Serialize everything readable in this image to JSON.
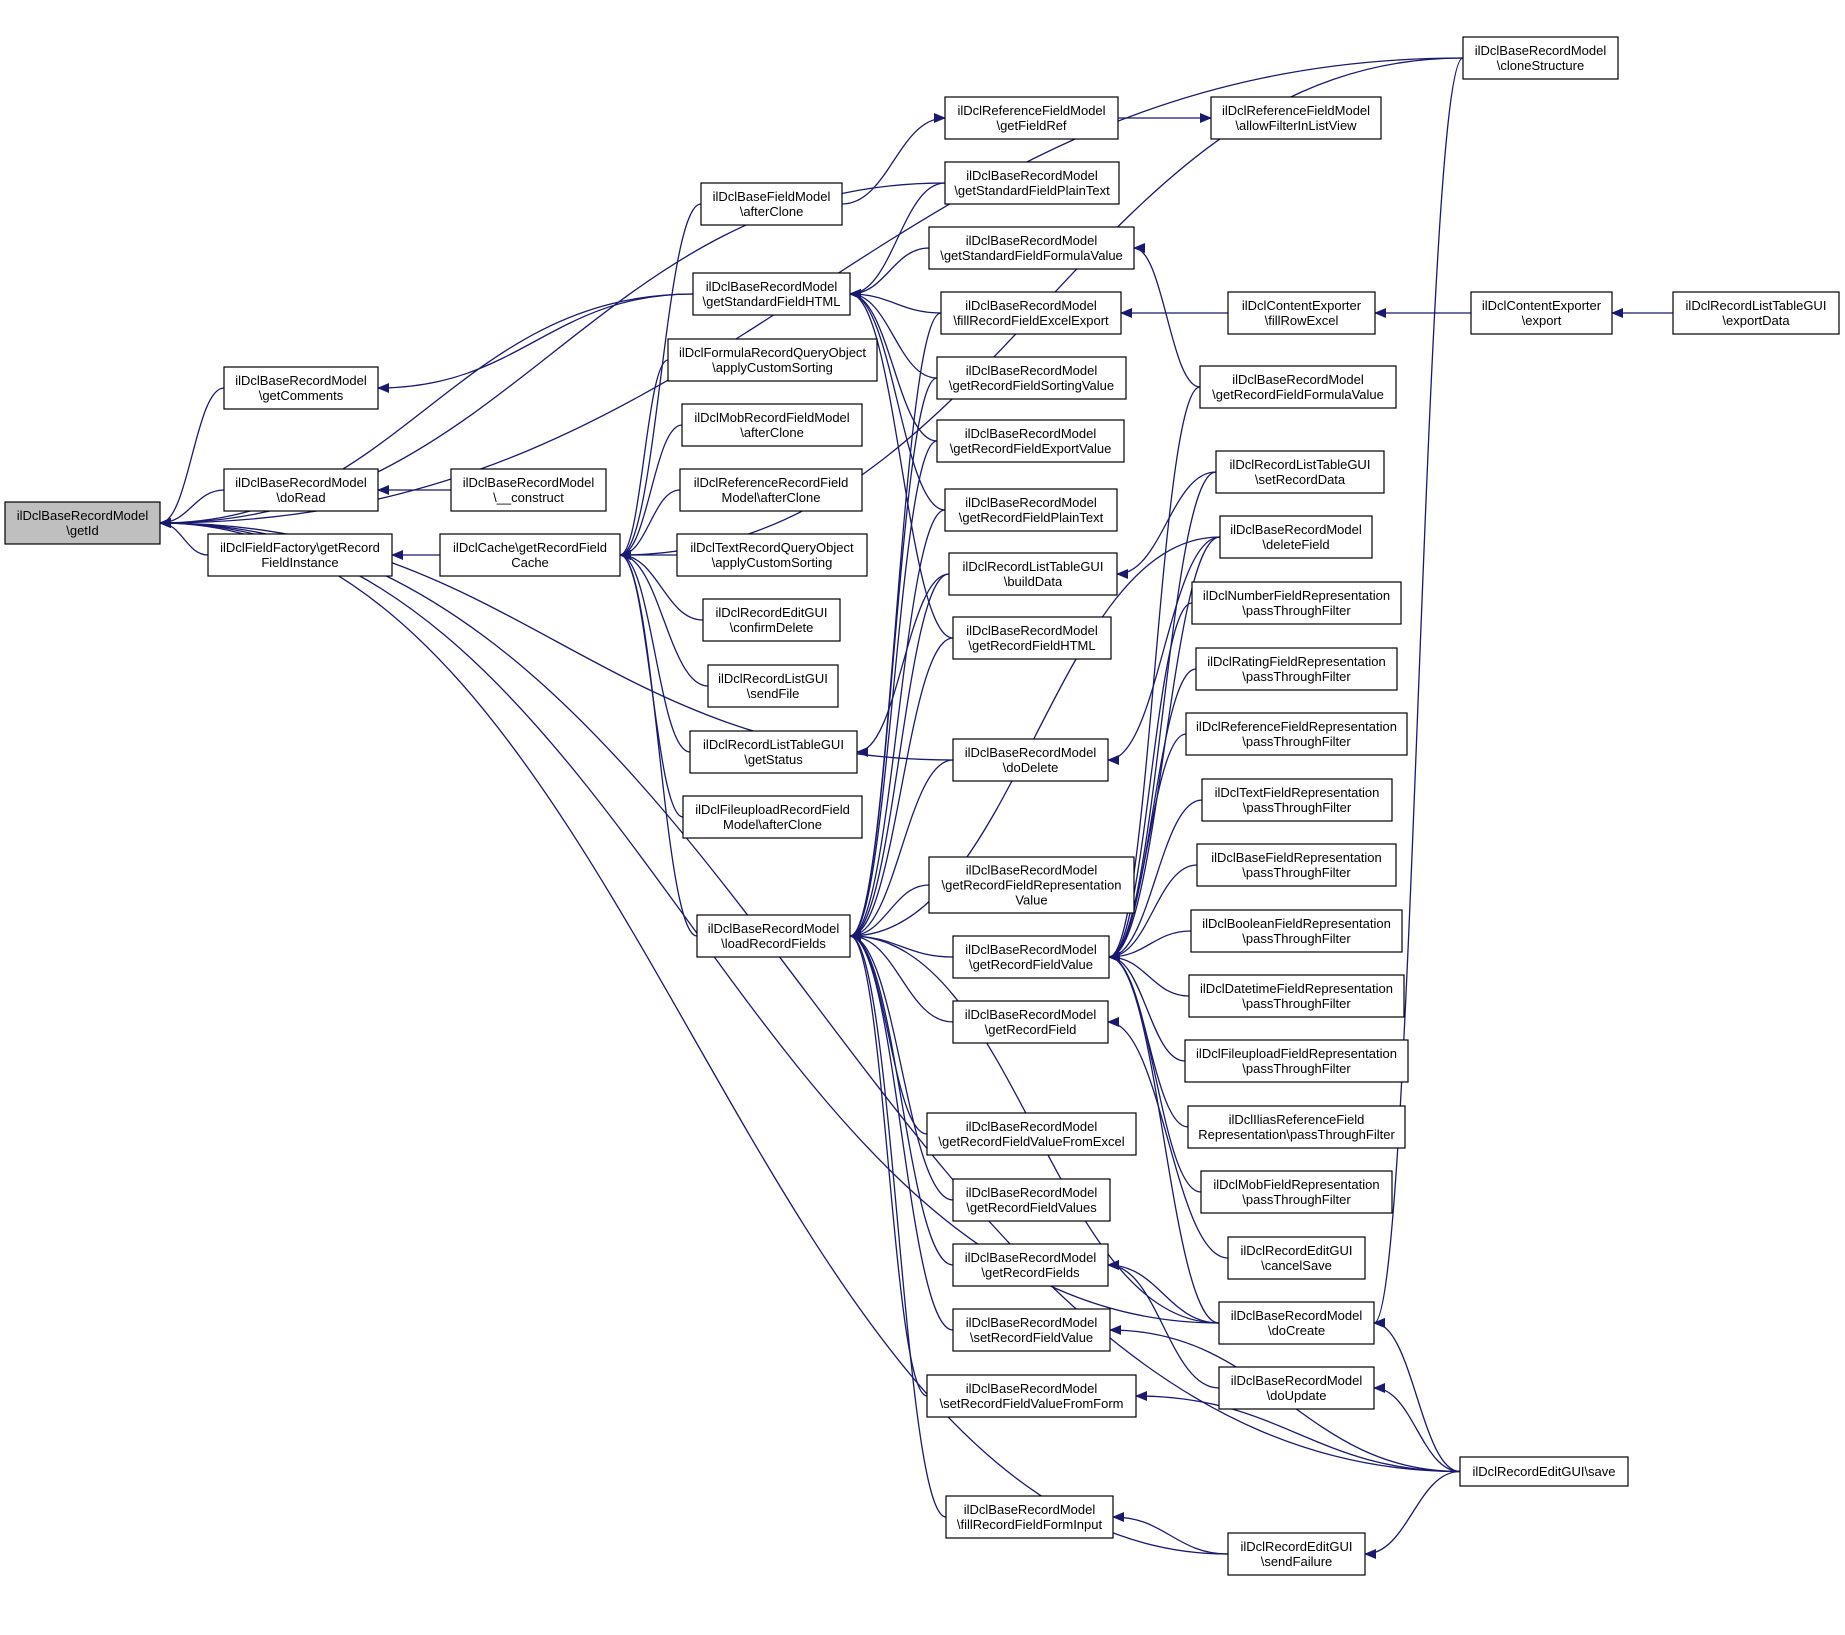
{
  "colors": {
    "edge": "#191970",
    "root_fill": "#bfbfbf",
    "node_fill": "#ffffff",
    "node_border": "#000000"
  },
  "nodes": [
    {
      "id": "getId",
      "lines": [
        "ilDclBaseRecordModel",
        "\\getId"
      ],
      "root": true
    },
    {
      "id": "cloneStructure",
      "lines": [
        "ilDclBaseRecordModel",
        "\\cloneStructure"
      ]
    },
    {
      "id": "getFieldRef",
      "lines": [
        "ilDclReferenceFieldModel",
        "\\getFieldRef"
      ]
    },
    {
      "id": "allowFilterInListView",
      "lines": [
        "ilDclReferenceFieldModel",
        "\\allowFilterInListView"
      ]
    },
    {
      "id": "getStandardFieldPlainText",
      "lines": [
        "ilDclBaseRecordModel",
        "\\getStandardFieldPlainText"
      ]
    },
    {
      "id": "baseFieldAfterClone",
      "lines": [
        "ilDclBaseFieldModel",
        "\\afterClone"
      ]
    },
    {
      "id": "getStandardFieldFormulaValue",
      "lines": [
        "ilDclBaseRecordModel",
        "\\getStandardFieldFormulaValue"
      ]
    },
    {
      "id": "getStandardFieldHTML",
      "lines": [
        "ilDclBaseRecordModel",
        "\\getStandardFieldHTML"
      ]
    },
    {
      "id": "fillRecordFieldExcelExport",
      "lines": [
        "ilDclBaseRecordModel",
        "\\fillRecordFieldExcelExport"
      ]
    },
    {
      "id": "fillRowExcel",
      "lines": [
        "ilDclContentExporter",
        "\\fillRowExcel"
      ]
    },
    {
      "id": "export",
      "lines": [
        "ilDclContentExporter",
        "\\export"
      ]
    },
    {
      "id": "exportData",
      "lines": [
        "ilDclRecordListTableGUI",
        "\\exportData"
      ]
    },
    {
      "id": "getComments",
      "lines": [
        "ilDclBaseRecordModel",
        "\\getComments"
      ]
    },
    {
      "id": "formulaApplyCustomSorting",
      "lines": [
        "ilDclFormulaRecordQueryObject",
        "\\applyCustomSorting"
      ]
    },
    {
      "id": "getRecordFieldSortingValue",
      "lines": [
        "ilDclBaseRecordModel",
        "\\getRecordFieldSortingValue"
      ]
    },
    {
      "id": "getRecordFieldFormulaValue",
      "lines": [
        "ilDclBaseRecordModel",
        "\\getRecordFieldFormulaValue"
      ]
    },
    {
      "id": "mobAfterClone",
      "lines": [
        "ilDclMobRecordFieldModel",
        "\\afterClone"
      ]
    },
    {
      "id": "getRecordFieldExportValue",
      "lines": [
        "ilDclBaseRecordModel",
        "\\getRecordFieldExportValue"
      ]
    },
    {
      "id": "setRecordData",
      "lines": [
        "ilDclRecordListTableGUI",
        "\\setRecordData"
      ]
    },
    {
      "id": "doRead",
      "lines": [
        "ilDclBaseRecordModel",
        "\\doRead"
      ]
    },
    {
      "id": "construct",
      "lines": [
        "ilDclBaseRecordModel",
        "\\__construct"
      ]
    },
    {
      "id": "referenceAfterClone",
      "lines": [
        "ilDclReferenceRecordField",
        "Model\\afterClone"
      ]
    },
    {
      "id": "getRecordFieldPlainText",
      "lines": [
        "ilDclBaseRecordModel",
        "\\getRecordFieldPlainText"
      ]
    },
    {
      "id": "deleteField",
      "lines": [
        "ilDclBaseRecordModel",
        "\\deleteField"
      ]
    },
    {
      "id": "getRecordFieldInstance",
      "lines": [
        "ilDclFieldFactory\\getRecord",
        "FieldInstance"
      ]
    },
    {
      "id": "getRecordFieldCache",
      "lines": [
        "ilDclCache\\getRecordField",
        "Cache"
      ]
    },
    {
      "id": "textApplyCustomSorting",
      "lines": [
        "ilDclTextRecordQueryObject",
        "\\applyCustomSorting"
      ]
    },
    {
      "id": "buildData",
      "lines": [
        "ilDclRecordListTableGUI",
        "\\buildData"
      ]
    },
    {
      "id": "numberPassThrough",
      "lines": [
        "ilDclNumberFieldRepresentation",
        "\\passThroughFilter"
      ]
    },
    {
      "id": "confirmDelete",
      "lines": [
        "ilDclRecordEditGUI",
        "\\confirmDelete"
      ]
    },
    {
      "id": "getRecordFieldHTML",
      "lines": [
        "ilDclBaseRecordModel",
        "\\getRecordFieldHTML"
      ]
    },
    {
      "id": "ratingPassThrough",
      "lines": [
        "ilDclRatingFieldRepresentation",
        "\\passThroughFilter"
      ]
    },
    {
      "id": "sendFile",
      "lines": [
        "ilDclRecordListGUI",
        "\\sendFile"
      ]
    },
    {
      "id": "referencePassThrough",
      "lines": [
        "ilDclReferenceFieldRepresentation",
        "\\passThroughFilter"
      ]
    },
    {
      "id": "getStatus",
      "lines": [
        "ilDclRecordListTableGUI",
        "\\getStatus"
      ]
    },
    {
      "id": "doDelete",
      "lines": [
        "ilDclBaseRecordModel",
        "\\doDelete"
      ]
    },
    {
      "id": "textPassThrough",
      "lines": [
        "ilDclTextFieldRepresentation",
        "\\passThroughFilter"
      ]
    },
    {
      "id": "fileuploadAfterClone",
      "lines": [
        "ilDclFileuploadRecordField",
        "Model\\afterClone"
      ]
    },
    {
      "id": "basePassThrough",
      "lines": [
        "ilDclBaseFieldRepresentation",
        "\\passThroughFilter"
      ]
    },
    {
      "id": "getRecordFieldRepresentationValue",
      "lines": [
        "ilDclBaseRecordModel",
        "\\getRecordFieldRepresentation",
        "Value"
      ]
    },
    {
      "id": "loadRecordFields",
      "lines": [
        "ilDclBaseRecordModel",
        "\\loadRecordFields"
      ]
    },
    {
      "id": "getRecordFieldValue",
      "lines": [
        "ilDclBaseRecordModel",
        "\\getRecordFieldValue"
      ]
    },
    {
      "id": "booleanPassThrough",
      "lines": [
        "ilDclBooleanFieldRepresentation",
        "\\passThroughFilter"
      ]
    },
    {
      "id": "datetimePassThrough",
      "lines": [
        "ilDclDatetimeFieldRepresentation",
        "\\passThroughFilter"
      ]
    },
    {
      "id": "getRecordField",
      "lines": [
        "ilDclBaseRecordModel",
        "\\getRecordField"
      ]
    },
    {
      "id": "fileuploadPassThrough",
      "lines": [
        "ilDclFileuploadFieldRepresentation",
        "\\passThroughFilter"
      ]
    },
    {
      "id": "iliasRefPassThrough",
      "lines": [
        "ilDclIliasReferenceField",
        "Representation\\passThroughFilter"
      ]
    },
    {
      "id": "getRecordFieldValueFromExcel",
      "lines": [
        "ilDclBaseRecordModel",
        "\\getRecordFieldValueFromExcel"
      ]
    },
    {
      "id": "mobPassThrough",
      "lines": [
        "ilDclMobFieldRepresentation",
        "\\passThroughFilter"
      ]
    },
    {
      "id": "getRecordFieldValues",
      "lines": [
        "ilDclBaseRecordModel",
        "\\getRecordFieldValues"
      ]
    },
    {
      "id": "cancelSave",
      "lines": [
        "ilDclRecordEditGUI",
        "\\cancelSave"
      ]
    },
    {
      "id": "getRecordFields",
      "lines": [
        "ilDclBaseRecordModel",
        "\\getRecordFields"
      ]
    },
    {
      "id": "doCreate",
      "lines": [
        "ilDclBaseRecordModel",
        "\\doCreate"
      ]
    },
    {
      "id": "setRecordFieldValue",
      "lines": [
        "ilDclBaseRecordModel",
        "\\setRecordFieldValue"
      ]
    },
    {
      "id": "doUpdate",
      "lines": [
        "ilDclBaseRecordModel",
        "\\doUpdate"
      ]
    },
    {
      "id": "setRecordFieldValueFromForm",
      "lines": [
        "ilDclBaseRecordModel",
        "\\setRecordFieldValueFromForm"
      ]
    },
    {
      "id": "save",
      "lines": [
        "ilDclRecordEditGUI\\save"
      ]
    },
    {
      "id": "fillRecordFieldFormInput",
      "lines": [
        "ilDclBaseRecordModel",
        "\\fillRecordFieldFormInput"
      ]
    },
    {
      "id": "sendFailure",
      "lines": [
        "ilDclRecordEditGUI",
        "\\sendFailure"
      ]
    }
  ],
  "edges": [
    [
      "getId",
      "cloneStructure"
    ],
    [
      "getId",
      "getStandardFieldPlainText"
    ],
    [
      "getId",
      "getStandardFieldHTML"
    ],
    [
      "getId",
      "getComments"
    ],
    [
      "getId",
      "doRead"
    ],
    [
      "getId",
      "getRecordFieldInstance"
    ],
    [
      "getId",
      "doDelete"
    ],
    [
      "getId",
      "doCreate"
    ],
    [
      "getId",
      "sendFailure"
    ],
    [
      "getId",
      "save"
    ],
    [
      "getFieldRef",
      "baseFieldAfterClone"
    ],
    [
      "allowFilterInListView",
      "getFieldRef"
    ],
    [
      "getStandardFieldHTML",
      "getStandardFieldPlainText"
    ],
    [
      "getStandardFieldHTML",
      "getStandardFieldFormulaValue"
    ],
    [
      "getStandardFieldHTML",
      "fillRecordFieldExcelExport"
    ],
    [
      "getStandardFieldHTML",
      "getRecordFieldSortingValue"
    ],
    [
      "getStandardFieldHTML",
      "getRecordFieldExportValue"
    ],
    [
      "getStandardFieldHTML",
      "getRecordFieldPlainText"
    ],
    [
      "getStandardFieldHTML",
      "getRecordFieldHTML"
    ],
    [
      "getStandardFieldFormulaValue",
      "getRecordFieldFormulaValue"
    ],
    [
      "fillRecordFieldExcelExport",
      "fillRowExcel"
    ],
    [
      "fillRowExcel",
      "export"
    ],
    [
      "export",
      "exportData"
    ],
    [
      "getComments",
      "getStandardFieldHTML"
    ],
    [
      "doRead",
      "construct"
    ],
    [
      "getRecordFieldInstance",
      "getRecordFieldCache"
    ],
    [
      "getRecordFieldCache",
      "cloneStructure"
    ],
    [
      "getRecordFieldCache",
      "baseFieldAfterClone"
    ],
    [
      "getRecordFieldCache",
      "formulaApplyCustomSorting"
    ],
    [
      "getRecordFieldCache",
      "mobAfterClone"
    ],
    [
      "getRecordFieldCache",
      "referenceAfterClone"
    ],
    [
      "getRecordFieldCache",
      "textApplyCustomSorting"
    ],
    [
      "getRecordFieldCache",
      "confirmDelete"
    ],
    [
      "getRecordFieldCache",
      "sendFile"
    ],
    [
      "getRecordFieldCache",
      "getStatus"
    ],
    [
      "getRecordFieldCache",
      "fileuploadAfterClone"
    ],
    [
      "getRecordFieldCache",
      "loadRecordFields"
    ],
    [
      "buildData",
      "setRecordData"
    ],
    [
      "getStatus",
      "buildData"
    ],
    [
      "doDelete",
      "deleteField"
    ],
    [
      "loadRecordFields",
      "fillRecordFieldExcelExport"
    ],
    [
      "loadRecordFields",
      "getRecordFieldSortingValue"
    ],
    [
      "loadRecordFields",
      "getRecordFieldExportValue"
    ],
    [
      "loadRecordFields",
      "getRecordFieldPlainText"
    ],
    [
      "loadRecordFields",
      "getRecordFieldHTML"
    ],
    [
      "loadRecordFields",
      "doDelete"
    ],
    [
      "loadRecordFields",
      "getRecordFieldRepresentationValue"
    ],
    [
      "loadRecordFields",
      "getRecordFieldValue"
    ],
    [
      "loadRecordFields",
      "getRecordField"
    ],
    [
      "loadRecordFields",
      "getRecordFieldValueFromExcel"
    ],
    [
      "loadRecordFields",
      "getRecordFieldValues"
    ],
    [
      "loadRecordFields",
      "getRecordFields"
    ],
    [
      "loadRecordFields",
      "setRecordFieldValue"
    ],
    [
      "loadRecordFields",
      "setRecordFieldValueFromForm"
    ],
    [
      "loadRecordFields",
      "fillRecordFieldFormInput"
    ],
    [
      "loadRecordFields",
      "doCreate"
    ],
    [
      "loadRecordFields",
      "deleteField"
    ],
    [
      "loadRecordFields",
      "buildData"
    ],
    [
      "getRecordFieldValue",
      "getRecordFieldFormulaValue"
    ],
    [
      "getRecordFieldValue",
      "setRecordData"
    ],
    [
      "getRecordFieldValue",
      "deleteField"
    ],
    [
      "getRecordFieldValue",
      "numberPassThrough"
    ],
    [
      "getRecordFieldValue",
      "ratingPassThrough"
    ],
    [
      "getRecordFieldValue",
      "referencePassThrough"
    ],
    [
      "getRecordFieldValue",
      "textPassThrough"
    ],
    [
      "getRecordFieldValue",
      "basePassThrough"
    ],
    [
      "getRecordFieldValue",
      "booleanPassThrough"
    ],
    [
      "getRecordFieldValue",
      "datetimePassThrough"
    ],
    [
      "getRecordFieldValue",
      "fileuploadPassThrough"
    ],
    [
      "getRecordFieldValue",
      "iliasRefPassThrough"
    ],
    [
      "getRecordFieldValue",
      "mobPassThrough"
    ],
    [
      "getRecordFieldValue",
      "doCreate"
    ],
    [
      "getRecordField",
      "cancelSave"
    ],
    [
      "getRecordFields",
      "doCreate"
    ],
    [
      "getRecordFields",
      "doUpdate"
    ],
    [
      "setRecordFieldValue",
      "save"
    ],
    [
      "setRecordFieldValueFromForm",
      "save"
    ],
    [
      "doCreate",
      "cloneStructure"
    ],
    [
      "doCreate",
      "save"
    ],
    [
      "doUpdate",
      "save"
    ],
    [
      "fillRecordFieldFormInput",
      "sendFailure"
    ],
    [
      "sendFailure",
      "save"
    ]
  ]
}
